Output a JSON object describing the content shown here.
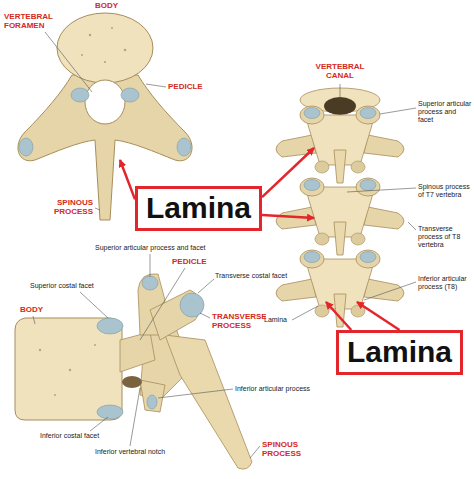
{
  "diagram": {
    "nodes": [
      {
        "text": [
          "Lamina"
        ]
      },
      {
        "text": [
          "Lamina"
        ]
      }
    ],
    "labels": [
      "BODY",
      "VERTEBRAL FORAMEN",
      "PEDICLE",
      "SPINOUS PROCESS",
      "VERTEBRAL CANAL",
      "Superior articular process and facet",
      "Spinous process of T7 vertebra",
      "Transverse process of T8 vertebra",
      "Lamina",
      "Inferior articular process (T8)",
      "Superior articular process and facet",
      "Superior costal facet",
      "PEDICLE",
      "Transverse costal facet",
      "TRANSVERSE PROCESS",
      "BODY",
      "Inferior articular process",
      "Inferior costal facet",
      "Inferior vertebral notch",
      "SPINOUS PROCESS"
    ]
  }
}
